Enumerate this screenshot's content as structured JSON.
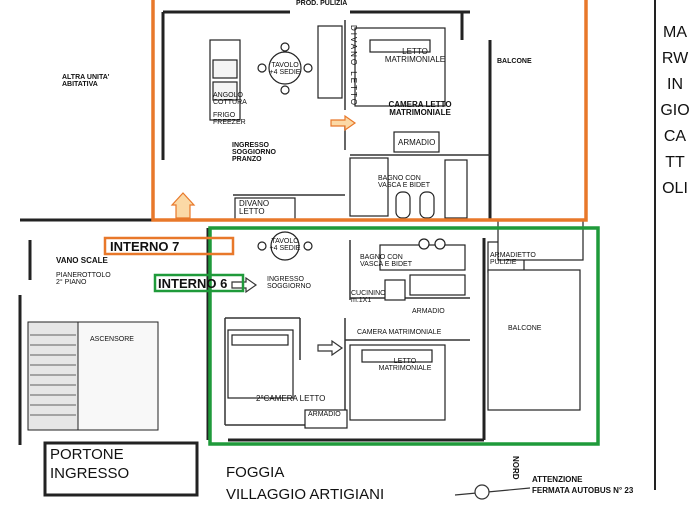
{
  "colors": {
    "interno7_border": "#E8782A",
    "interno6_border": "#1F9A3A",
    "wall": "#222222",
    "arrow_fill": "#FBD9A6"
  },
  "labels": {
    "prod_pulizia": "PROD. PULIZIA",
    "tavolo_top": "TAVOLO\n+4 SEDIE",
    "divano_letto_vertical": "DIVANO LETTO",
    "letto_matrimoniale_top": "LETTO\nMATRIMONIALE",
    "balcone_top": "BALCONE",
    "camera_letto_matrimoniale": "CAMERA LETTO\nMATRIMONIALE",
    "armadio_top": "ARMADIO",
    "angolo_cottura": "ANGOLO\nCOTTURA",
    "frigo_freezer": "FRIGO\nFREEZER",
    "ingresso_soggiorno_pranzo": "INGRESSO\nSOGGIORNO\nPRANZO",
    "bagno_top": "BAGNO CON\nVASCA E BIDET",
    "divano_letto_bottom": "DIVANO\nLETTO",
    "altra_unita": "ALTRA UNITA'\nABITATIVA",
    "interno7": "INTERNO 7",
    "interno6": "INTERNO 6",
    "vano_scale": "VANO SCALE",
    "pianerottolo": "PIANEROTTOLO\n2° PIANO",
    "tavolo_bottom": "TAVOLO\n+4 SEDIE",
    "ingresso_soggiorno": "INGRESSO\nSOGGIORNO",
    "bagno_bottom": "BAGNO CON\nVASCA E BIDET",
    "armadietto_pulizie": "ARMADIETTO\nPULIZIE",
    "cucinino": "CUCININO\nm.1X1",
    "armadio_mid": "ARMADIO",
    "balcone_bottom": "BALCONE",
    "camera_matrimoniale": "CAMERA MATRIMONIALE",
    "letto_matrimoniale_bottom": "LETTO\nMATRIMONIALE",
    "camera_letto_2": "2°CAMERA LETTO",
    "armadio_bottom": "ARMADIO",
    "ascensore": "ASCENSORE",
    "portone_ingresso": "PORTONE\nINGRESSO",
    "foggia": "FOGGIA\nVILLAGGIO ARTIGIANI",
    "nord": "NORD",
    "attenzione": "ATTENZIONE\nFERMATA AUTOBUS N° 23",
    "brand": "MARWIN GIOCATTOLI"
  }
}
